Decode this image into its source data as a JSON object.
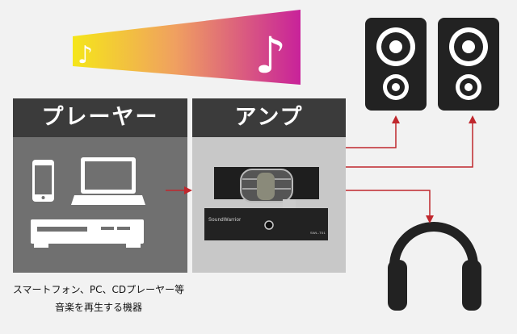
{
  "player": {
    "title": "プレーヤー",
    "caption_line1": "スマートフォン、PC、CDプレーヤー等",
    "caption_line2": "音楽を再生する機器"
  },
  "amp": {
    "title": "アンプ",
    "brand_logo": "SoundWarrior",
    "model": "SWL-T01"
  },
  "colors": {
    "arrow": "#c0272d",
    "header": "#3b3b3b",
    "player_body": "#707070",
    "amp_body": "#c8c8c8",
    "gradient_start": "#f5e61a",
    "gradient_end": "#c8229a"
  }
}
